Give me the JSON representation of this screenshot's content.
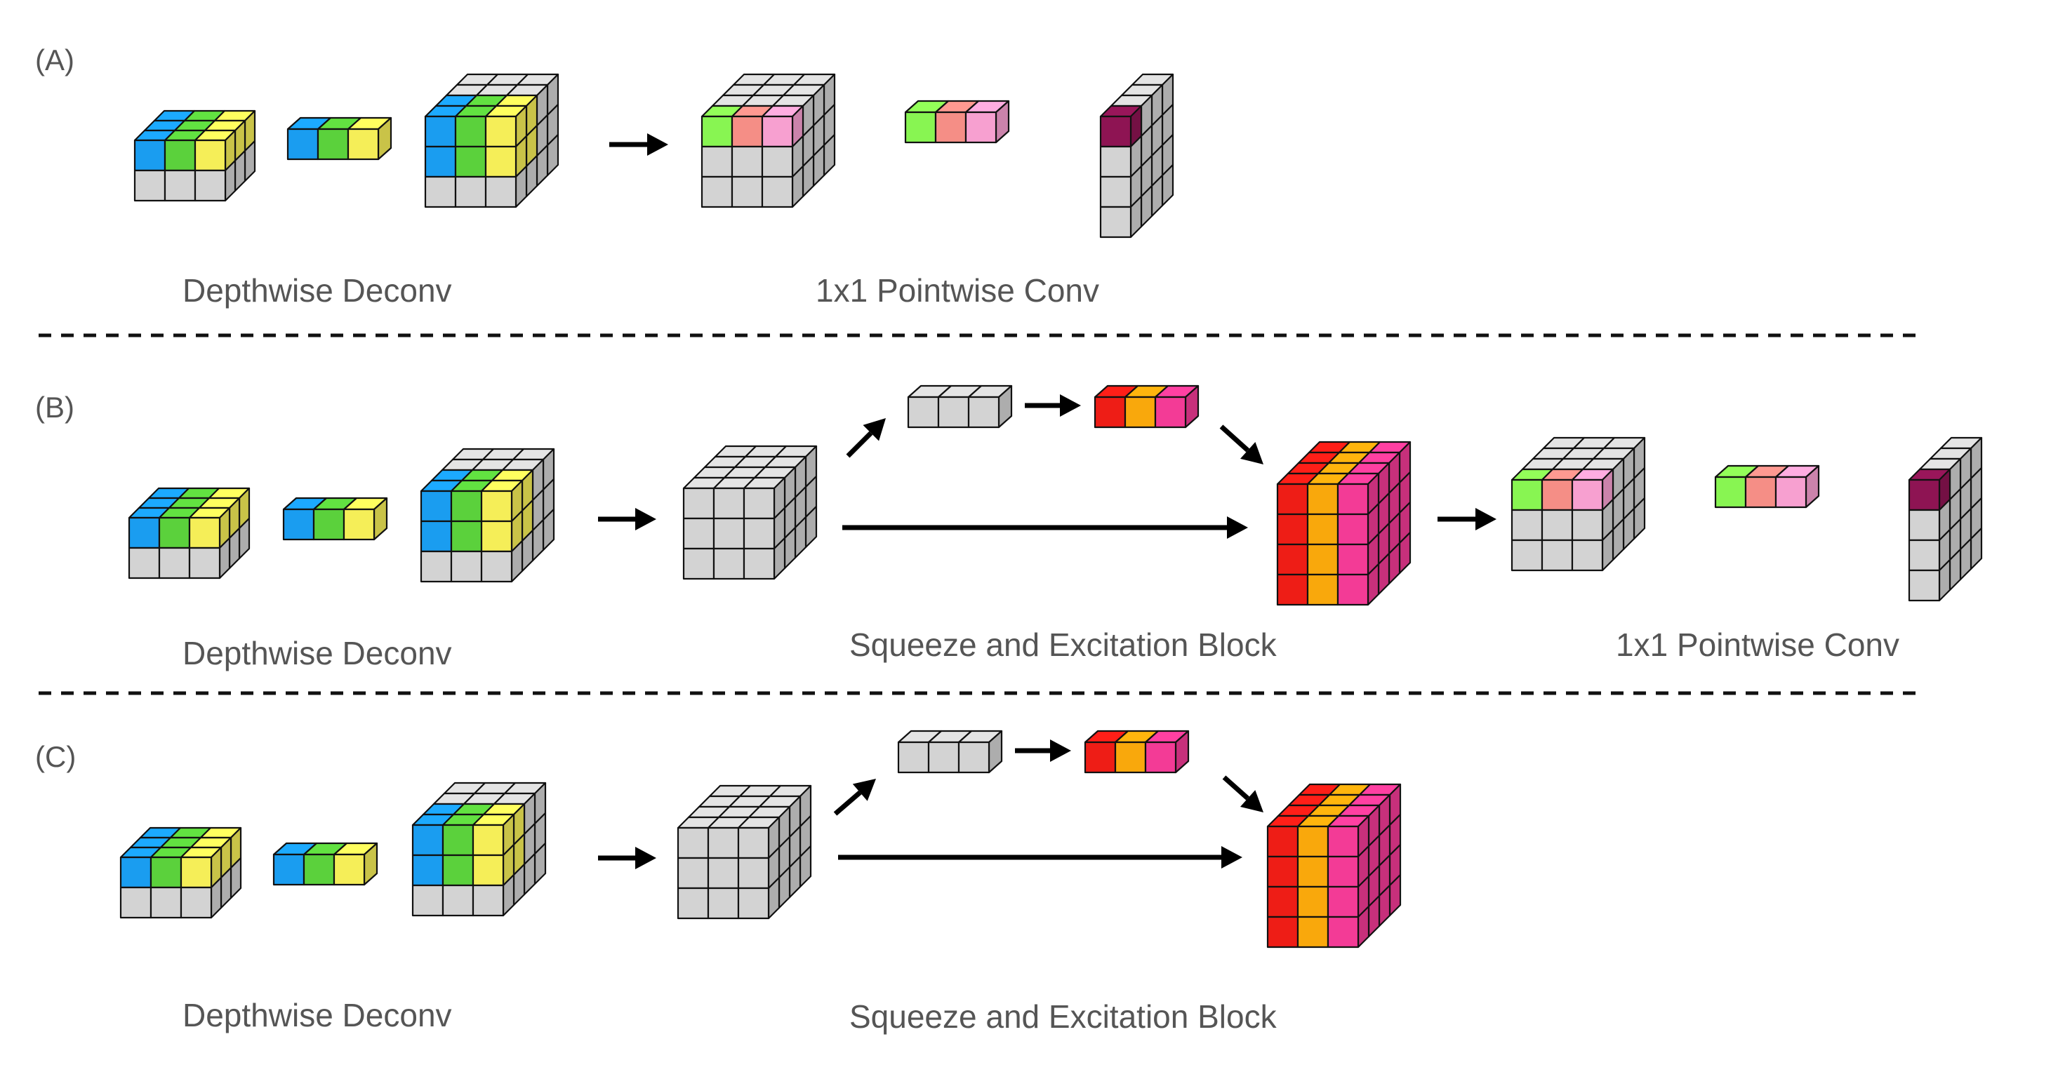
{
  "panels": [
    {
      "label": "(A)",
      "captions": {
        "depthwise": "Depthwise Deconv",
        "pointwise": "1x1 Pointwise Conv"
      }
    },
    {
      "label": "(B)",
      "captions": {
        "depthwise": "Depthwise Deconv",
        "se": "Squeeze and Excitation Block",
        "pointwise": "1x1 Pointwise Conv"
      }
    },
    {
      "label": "(C)",
      "captions": {
        "depthwise": "Depthwise Deconv",
        "se": "Squeeze and Excitation Block"
      }
    }
  ],
  "colors": {
    "gray": "#d3d3d3",
    "blue": "#1a9df0",
    "green": "#5bd13c",
    "yellow": "#f5ee58",
    "lime": "#88f552",
    "salmon": "#f58e86",
    "pink": "#f7a0d0",
    "maroon": "#8e1453",
    "red": "#ee1d16",
    "orange": "#f9a80c",
    "magenta": "#f33b96",
    "edge": "#111111",
    "text": "#555555"
  }
}
